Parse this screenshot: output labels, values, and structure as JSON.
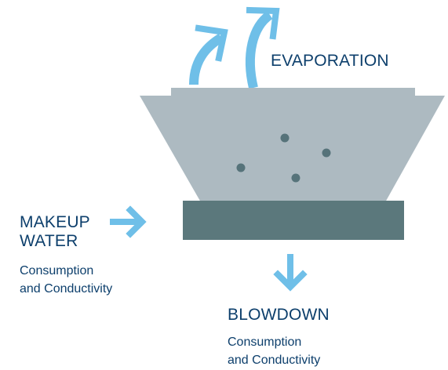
{
  "labels": {
    "evaporation": "EVAPORATION",
    "makeup_line1": "MAKEUP",
    "makeup_line2": "WATER",
    "makeup_sub_line1": "Consumption",
    "makeup_sub_line2": "and Conductivity",
    "blowdown": "BLOWDOWN",
    "blowdown_sub_line1": "Consumption",
    "blowdown_sub_line2": "and Conductivity"
  },
  "colors": {
    "arrow": "#6fbfe8",
    "tower_body": "#adbac1",
    "tower_top": "#adbac1",
    "basin": "#5b787c",
    "particle": "#56737a",
    "text": "#0d3f6c"
  },
  "icons": {
    "evaporation": "curved-up-arrow",
    "makeup": "right-arrow",
    "blowdown": "down-arrow"
  }
}
